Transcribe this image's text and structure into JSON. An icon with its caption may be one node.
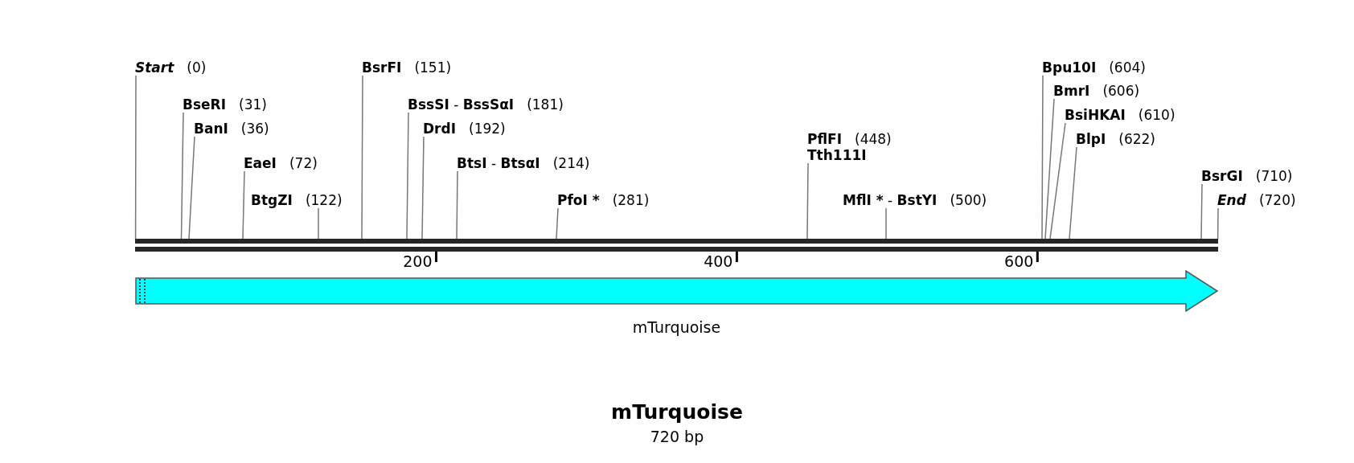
{
  "diagram": {
    "title": "mTurquoise",
    "caption": "720 bp",
    "nodes": [
      {
        "text": [
          "Start",
          "(0)"
        ]
      },
      {
        "text": [
          "BseRI",
          "(31)"
        ]
      },
      {
        "text": [
          "BanI",
          "(36)"
        ]
      },
      {
        "text": [
          "EaeI",
          "(72)"
        ]
      },
      {
        "text": [
          "BtgZI",
          "(122)"
        ]
      },
      {
        "text": [
          "BsrFI",
          "(151)"
        ]
      },
      {
        "text": [
          "**BssSI** - **BssSαI**",
          "(181)"
        ]
      },
      {
        "text": [
          "DrdI",
          "(192)"
        ]
      },
      {
        "text": [
          "**BtsI** - **BtsαI**",
          "(214)"
        ]
      },
      {
        "text": [
          "PfoI *",
          "(281)"
        ]
      },
      {
        "text": [
          "PflFI",
          "(448)",
          "Tth111I"
        ]
      },
      {
        "text": [
          "**MflI *** - **BstYI**",
          "(500)"
        ]
      },
      {
        "text": [
          "Bpu10I",
          "(604)"
        ]
      },
      {
        "text": [
          "BmrI",
          "(606)"
        ]
      },
      {
        "text": [
          "BsiHKAI",
          "(610)"
        ]
      },
      {
        "text": [
          "BlpI",
          "(622)"
        ]
      },
      {
        "text": [
          "BsrGI",
          "(710)"
        ]
      },
      {
        "text": [
          "End",
          "(720)"
        ]
      },
      {
        "text": [],
        "shape": "bar"
      },
      {
        "text": [
          "mTurquoise"
        ]
      }
    ],
    "edges": [
      {
        "from": 0,
        "to": 18,
        "arrow": "none"
      },
      {
        "from": 1,
        "to": 18,
        "arrow": "none"
      },
      {
        "from": 2,
        "to": 18,
        "arrow": "none"
      },
      {
        "from": 3,
        "to": 18,
        "arrow": "none"
      },
      {
        "from": 4,
        "to": 18,
        "arrow": "none"
      },
      {
        "from": 5,
        "to": 18,
        "arrow": "none"
      },
      {
        "from": 6,
        "to": 18,
        "arrow": "none"
      },
      {
        "from": 7,
        "to": 18,
        "arrow": "none"
      },
      {
        "from": 8,
        "to": 18,
        "arrow": "none"
      },
      {
        "from": 9,
        "to": 18,
        "arrow": "none"
      },
      {
        "from": 10,
        "to": 18,
        "arrow": "none"
      },
      {
        "from": 11,
        "to": 18,
        "arrow": "none"
      },
      {
        "from": 12,
        "to": 18,
        "arrow": "none"
      },
      {
        "from": 13,
        "to": 18,
        "arrow": "none"
      },
      {
        "from": 14,
        "to": 18,
        "arrow": "none"
      },
      {
        "from": 15,
        "to": 18,
        "arrow": "none"
      },
      {
        "from": 16,
        "to": 18,
        "arrow": "none"
      },
      {
        "from": 17,
        "to": 18,
        "arrow": "none"
      }
    ],
    "labels": [
      "200",
      "400",
      "600"
    ]
  }
}
